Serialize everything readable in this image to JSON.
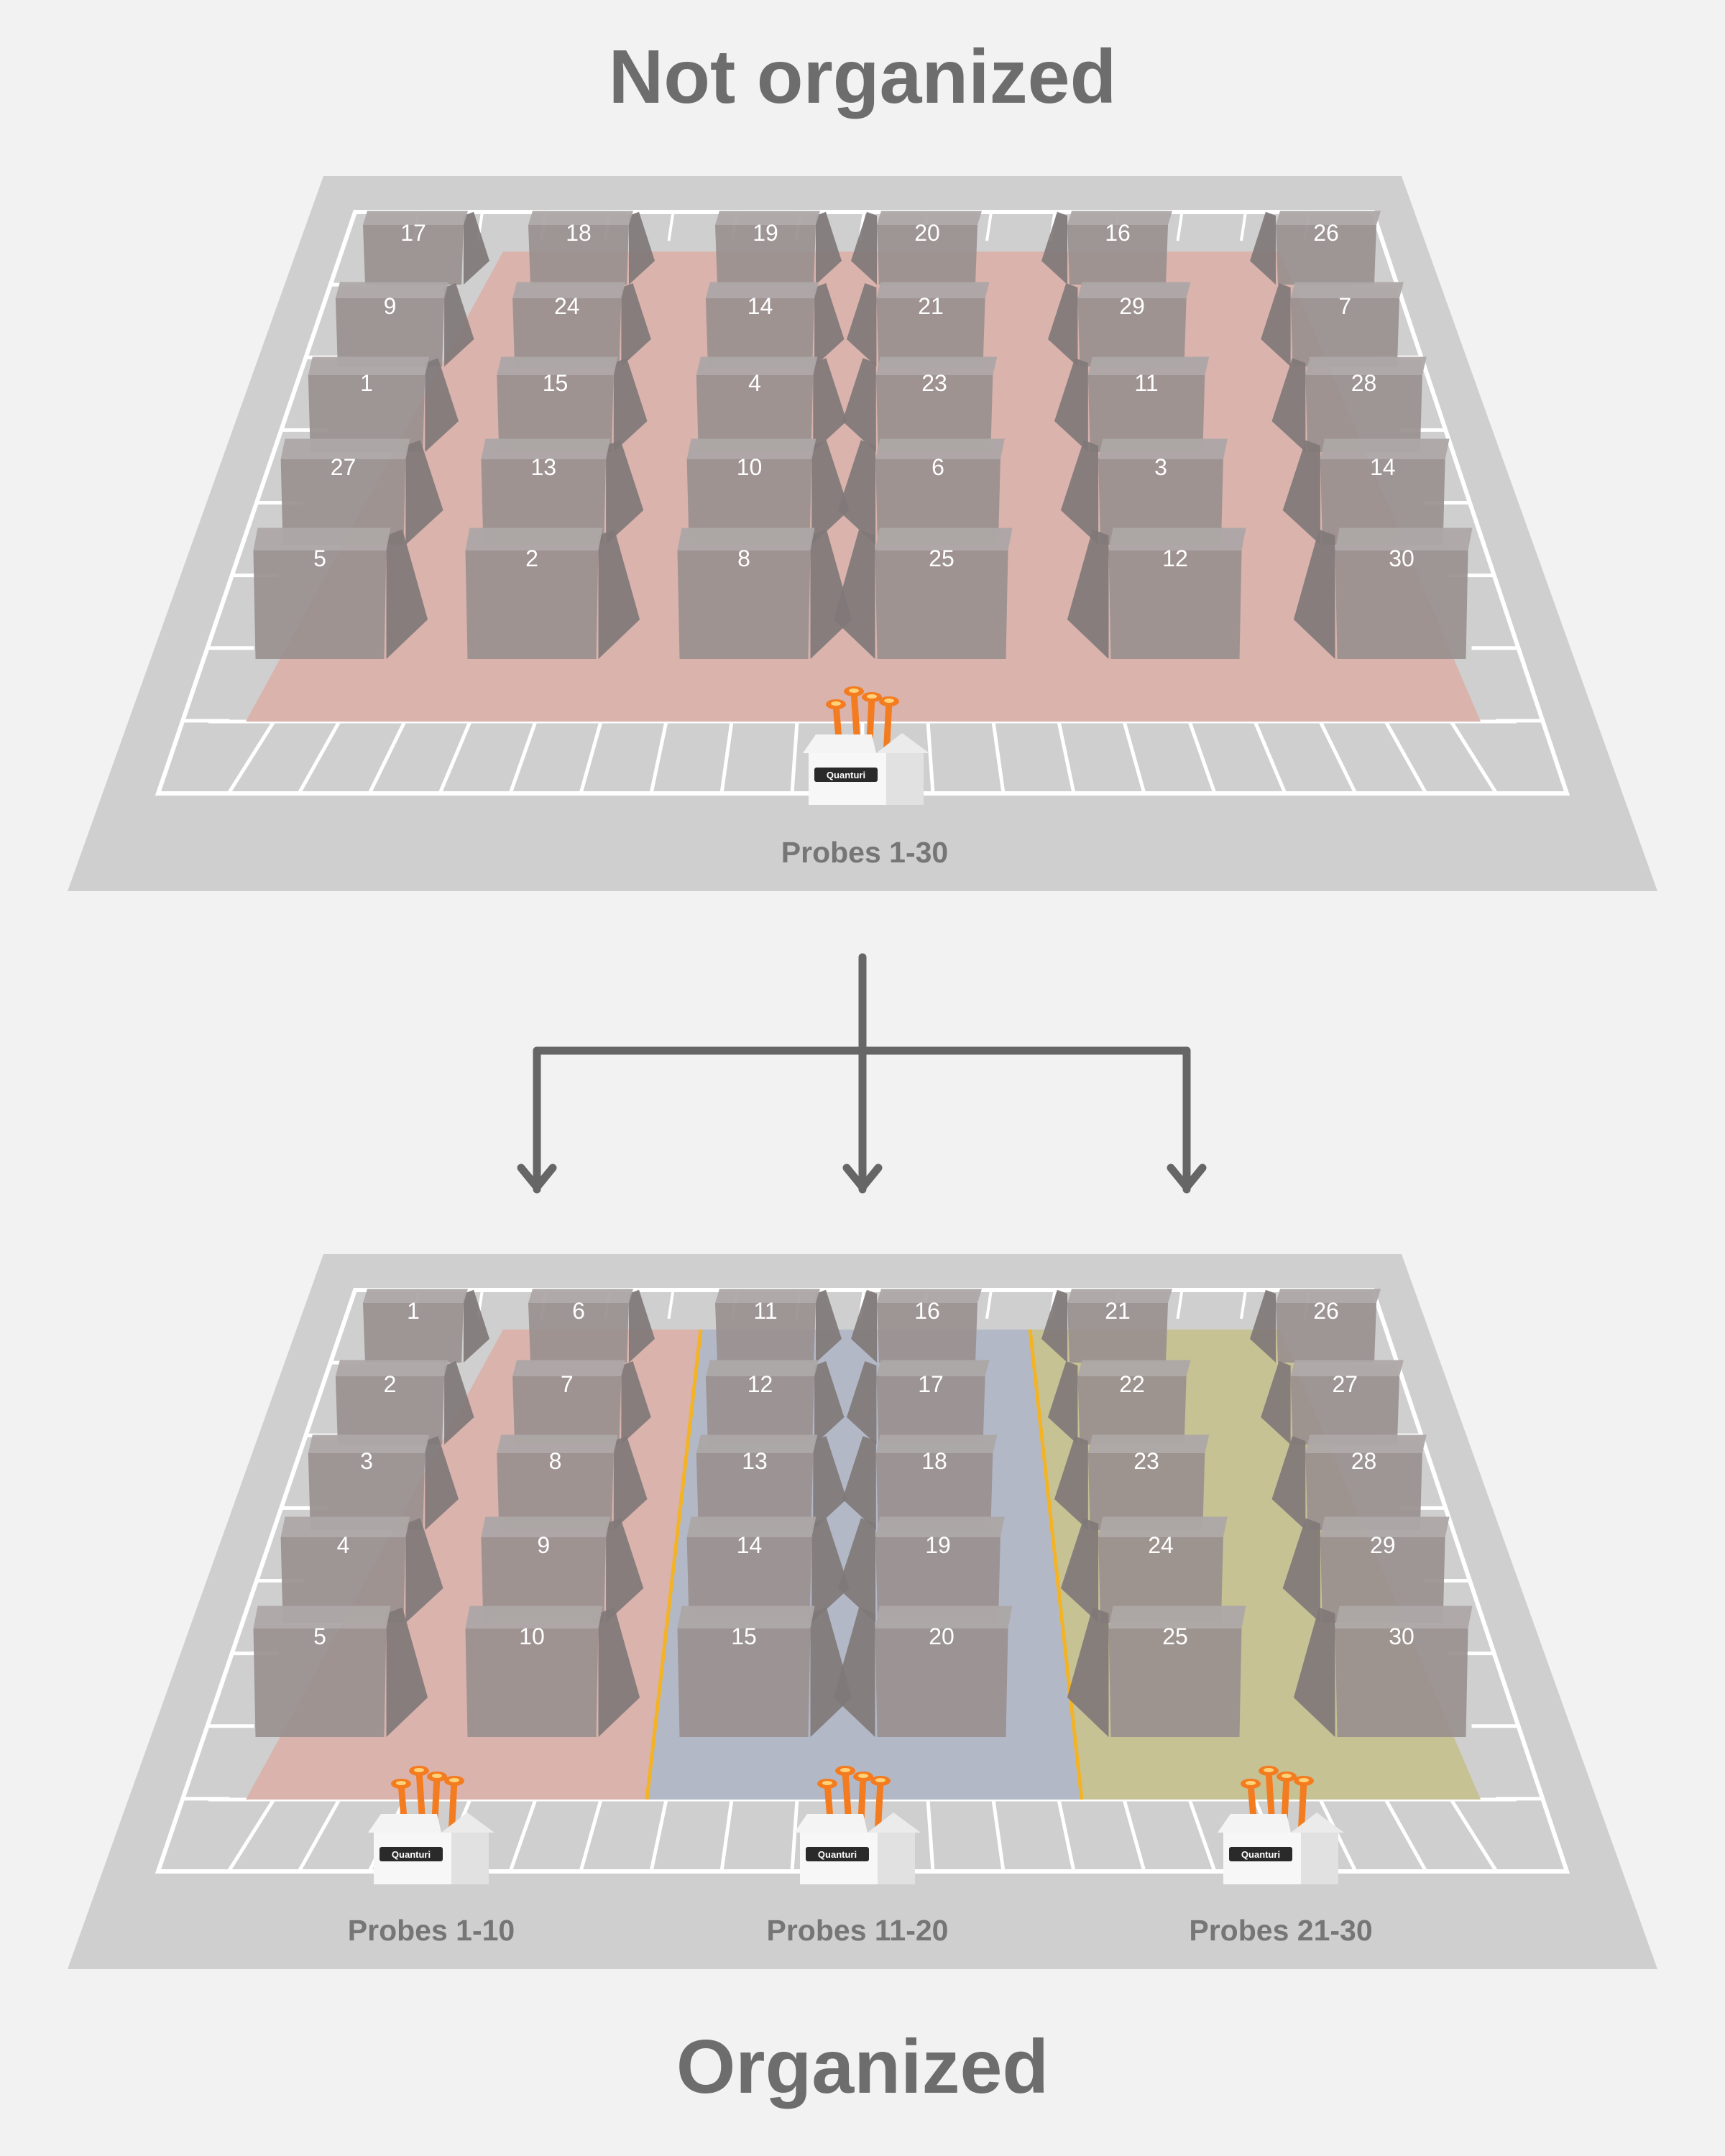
{
  "titles": {
    "top": "Not organized",
    "bottom": "Organized"
  },
  "colors": {
    "background": "#f2f2f2",
    "platform": "#cfcfcf",
    "lot_lines": "#ffffff",
    "zone_red": "#d9b3ac",
    "zone_blue": "#b3b8c6",
    "zone_olive": "#c6c294",
    "box_front": "#9a9090",
    "box_top": "#ada6a6",
    "box_side": "#807878",
    "probe_orange": "#f47c20",
    "divider_yellow": "#f3b324",
    "arrow": "#666666"
  },
  "diagrams": {
    "not_organized": {
      "probe_stations": [
        {
          "label": "Probes 1-30",
          "brand": "Quanturi"
        }
      ],
      "stacks": [
        [
          "17",
          "9",
          "1",
          "27",
          "5"
        ],
        [
          "18",
          "24",
          "15",
          "13",
          "2"
        ],
        [
          "19",
          "14",
          "4",
          "10",
          "8"
        ],
        [
          "20",
          "21",
          "23",
          "6",
          "25"
        ],
        [
          "16",
          "29",
          "11",
          "3",
          "12"
        ],
        [
          "26",
          "7",
          "28",
          "14",
          "30"
        ]
      ]
    },
    "organized": {
      "probe_stations": [
        {
          "label": "Probes 1-10",
          "brand": "Quanturi"
        },
        {
          "label": "Probes 11-20",
          "brand": "Quanturi"
        },
        {
          "label": "Probes 21-30",
          "brand": "Quanturi"
        }
      ],
      "stacks": [
        [
          "1",
          "2",
          "3",
          "4",
          "5"
        ],
        [
          "6",
          "7",
          "8",
          "9",
          "10"
        ],
        [
          "11",
          "12",
          "13",
          "14",
          "15"
        ],
        [
          "16",
          "17",
          "18",
          "19",
          "20"
        ],
        [
          "21",
          "22",
          "23",
          "24",
          "25"
        ],
        [
          "26",
          "27",
          "28",
          "29",
          "30"
        ]
      ]
    }
  }
}
